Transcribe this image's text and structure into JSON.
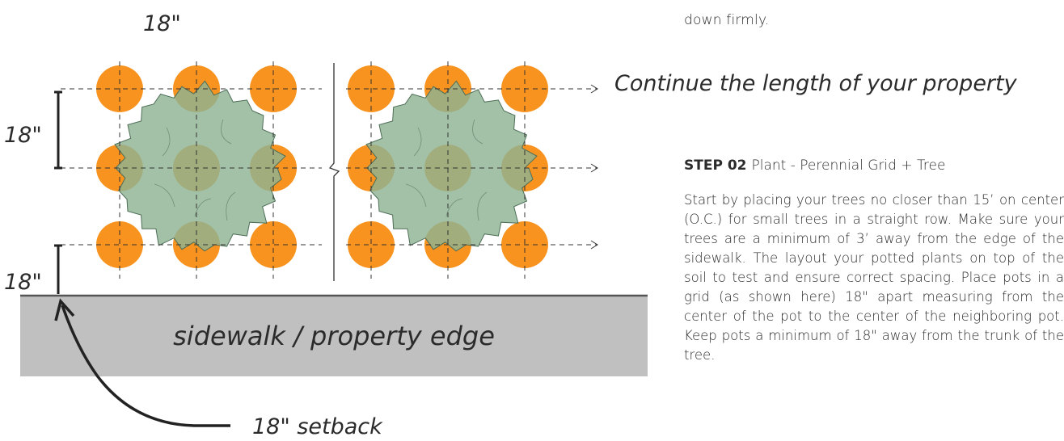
{
  "diagram": {
    "labels": {
      "top_spacing": "18\"",
      "row_spacing": "18\"",
      "setback_spacing": "18\"",
      "continue": "Continue the length of your property",
      "sidewalk": "sidewalk / property edge",
      "setback": "18\" setback"
    },
    "colors": {
      "pot": "#f7931e",
      "canopy": "#8fb394",
      "canopy_stroke": "#4d6e57",
      "sidewalk": "#c0c0c0",
      "grid_line": "#333333"
    },
    "pot_grid": {
      "rows": 3,
      "columns_per_block": 3,
      "blocks": 2
    }
  },
  "instructions": {
    "previous_step_tail": "down firmly.",
    "step_number": "STEP 02",
    "step_title": "Plant  - Perennial Grid + Tree",
    "body": "Start by placing your trees no closer than 15’ on center (O.C.) for small trees in a straight row. Make sure your trees are a minimum of 3’ away from the edge of the sidewalk. The layout your potted plants on top of the soil to test and ensure correct spacing. Place pots in a grid (as shown here) 18\" apart measuring from the center of the pot to the center of the neighboring pot. Keep pots a minimum of 18\" away from the trunk of the tree."
  }
}
